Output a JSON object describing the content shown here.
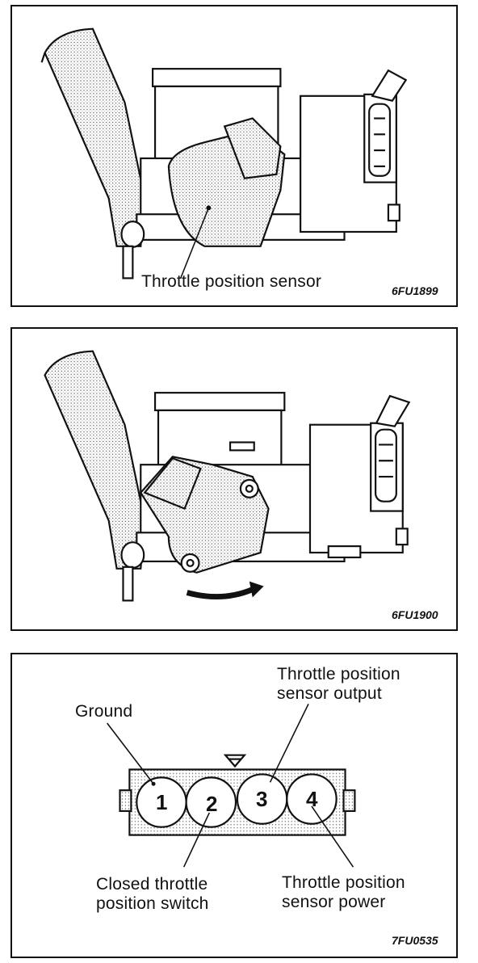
{
  "figures": [
    {
      "label": "Throttle position sensor",
      "code": "6FU1899"
    },
    {
      "code": "6FU1900"
    },
    {
      "pins": [
        "1",
        "2",
        "3",
        "4"
      ],
      "labels": {
        "ground": "Ground",
        "output_line1": "Throttle position",
        "output_line2": "sensor output",
        "switch_line1": "Closed throttle",
        "switch_line2": "position switch",
        "power_line1": "Throttle position",
        "power_line2": "sensor power"
      },
      "code": "7FU0535"
    }
  ]
}
